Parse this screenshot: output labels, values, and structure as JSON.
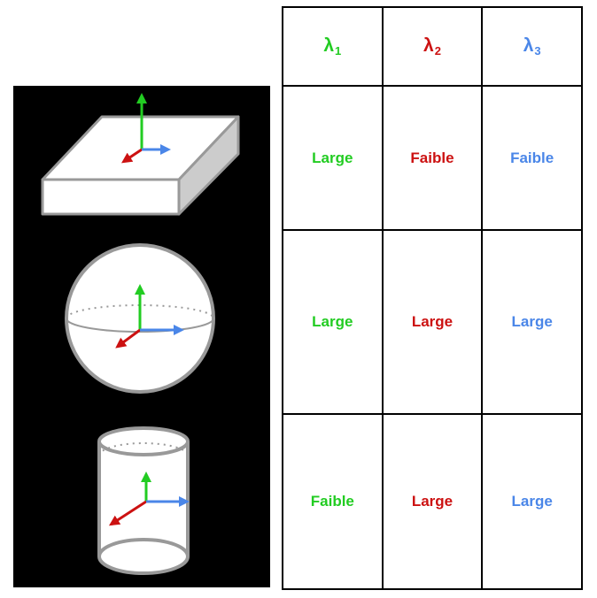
{
  "colors": {
    "lambda1": "#22cc22",
    "lambda2": "#cc1111",
    "lambda3": "#4a86e8",
    "panel_background": "#000000",
    "shape_fill": "#ffffff",
    "shape_stroke": "#999999"
  },
  "illustration": {
    "shapes": [
      "plate",
      "sphere",
      "cylinder"
    ],
    "arrows": [
      "green-arrow-up",
      "red-arrow-diagonal",
      "blue-arrow-right"
    ]
  },
  "table": {
    "headers": [
      {
        "symbol": "λ",
        "subscript": "1"
      },
      {
        "symbol": "λ",
        "subscript": "2"
      },
      {
        "symbol": "λ",
        "subscript": "3"
      }
    ],
    "rows": [
      {
        "shape": "plate",
        "values": [
          "Large",
          "Faible",
          "Faible"
        ]
      },
      {
        "shape": "sphere",
        "values": [
          "Large",
          "Large",
          "Large"
        ]
      },
      {
        "shape": "cylinder",
        "values": [
          "Faible",
          "Large",
          "Large"
        ]
      }
    ]
  }
}
